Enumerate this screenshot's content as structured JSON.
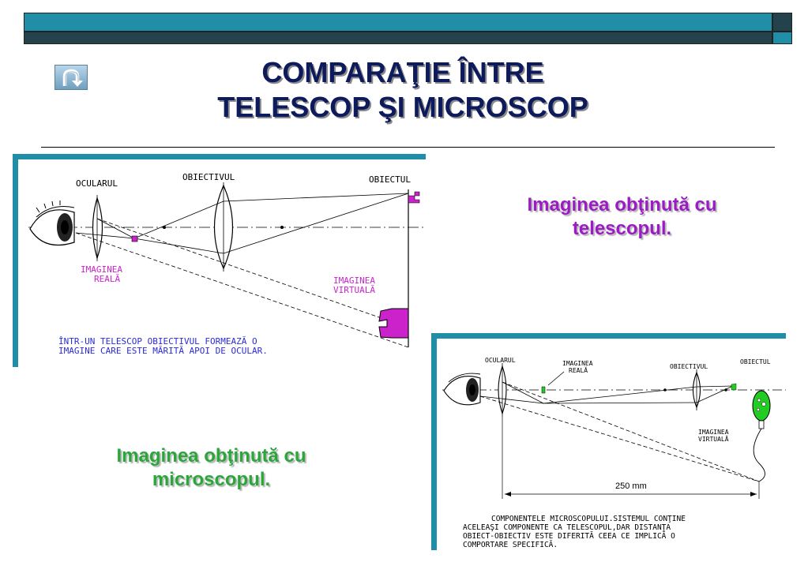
{
  "title": {
    "line1": "COMPARAŢIE ÎNTRE",
    "line2": "TELESCOP ŞI MICROSCOP"
  },
  "colors": {
    "bar_teal": "#1f8ea6",
    "bar_dark": "#24424c",
    "title": "#0d1a5c",
    "telescope_caption": "#9b1bc4",
    "microscope_caption": "#2aa63a",
    "virtual_image_telescope": "#cc22cc",
    "virtual_image_microscope": "#22cc22"
  },
  "icons": {
    "back": "u-turn-arrow-icon"
  },
  "telescope_panel": {
    "label_ocular": "OCULARUL",
    "label_objective": "OBIECTIVUL",
    "label_object": "OBIECTUL",
    "label_real_image_1": "IMAGINEA",
    "label_real_image_2": "REALĂ",
    "label_virtual_image_1": "IMAGINEA",
    "label_virtual_image_2": "VIRTUALĂ",
    "description_1": "ÎNTR-UN TELESCOP OBIECTIVUL FORMEAZĂ O",
    "description_2": "IMAGINE CARE ESTE MĂRITĂ APOI DE OCULAR."
  },
  "telescope_caption": {
    "line1": "Imaginea obţinută cu",
    "line2": "telescopul."
  },
  "microscope_caption": {
    "line1": "Imaginea obţinută cu",
    "line2": "microscopul."
  },
  "microscope_panel": {
    "label_ocular": "OCULARUL",
    "label_real_image_1": "IMAGINEA",
    "label_real_image_2": "REALĂ",
    "label_objective": "OBIECTIVUL",
    "label_object": "OBIECTUL",
    "label_virtual_image_1": "IMAGINEA",
    "label_virtual_image_2": "VIRTUALĂ",
    "distance": "250 mm",
    "description_1": "COMPONENTELE MICROSCOPULUI.SISTEMUL CONŢINE",
    "description_2": "ACELEAŞI COMPONENTE CA TELESCOPUL,DAR DISTANŢA",
    "description_3": "OBIECT-OBIECTIV ESTE DIFERITĂ CEEA CE IMPLICĂ O",
    "description_4": "COMPORTARE SPECIFICĂ."
  }
}
